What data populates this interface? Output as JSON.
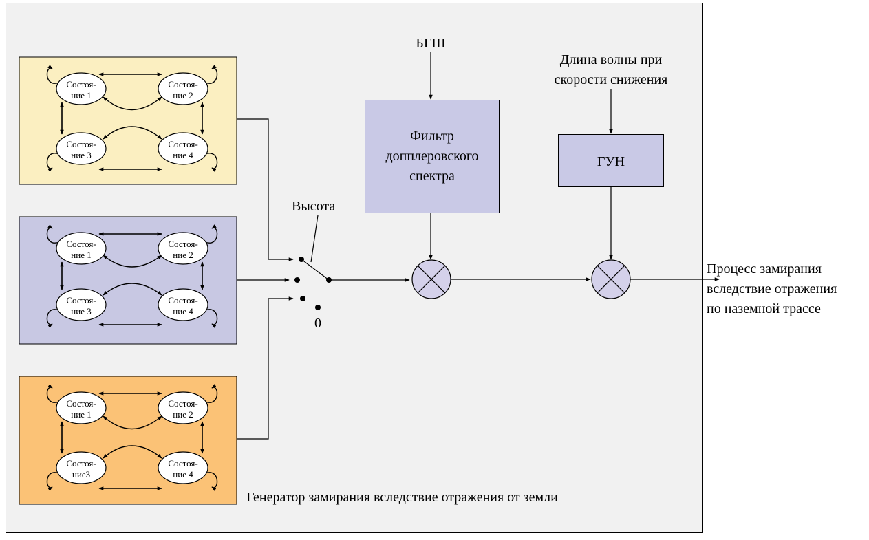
{
  "generator_caption": "Генератор замирания вследствие отражения от земли",
  "noise_source": "БГШ",
  "wavelength": {
    "line1": "Длина волны при",
    "line2": "скорости снижения"
  },
  "doppler_filter": {
    "line1": "Фильтр",
    "line2": "допплеровского",
    "line3": "спектра"
  },
  "vco": "ГУН",
  "switch": {
    "label": "Высота",
    "zero": "0"
  },
  "output": {
    "line1": "Процесс замирания",
    "line2": "вследствие отражения",
    "line3": "по наземной трассе"
  },
  "colors": {
    "panel_bg": "#f1f1f1",
    "box_yellow": "#fbefc1",
    "box_lavender": "#c8c8e3",
    "box_orange": "#fbc276",
    "block_fill": "#c9c9e6",
    "mixer_fill": "#d4d1ea"
  },
  "markov_boxes": [
    {
      "states": [
        {
          "a": "Состоя-",
          "b": "ние 1"
        },
        {
          "a": "Состоя-",
          "b": "ние 2"
        },
        {
          "a": "Состоя-",
          "b": "ние 3"
        },
        {
          "a": "Состоя-",
          "b": "ние 4"
        }
      ]
    },
    {
      "states": [
        {
          "a": "Состоя-",
          "b": "ние 1"
        },
        {
          "a": "Состоя-",
          "b": "ние 2"
        },
        {
          "a": "Состоя-",
          "b": "ние 3"
        },
        {
          "a": "Состоя-",
          "b": "ние 4"
        }
      ]
    },
    {
      "states": [
        {
          "a": "Состоя-",
          "b": "ние 1"
        },
        {
          "a": "Состоя-",
          "b": "ние 2"
        },
        {
          "a": "Состоя-",
          "b": "ние3"
        },
        {
          "a": "Состоя-",
          "b": "ние 4"
        }
      ]
    }
  ]
}
